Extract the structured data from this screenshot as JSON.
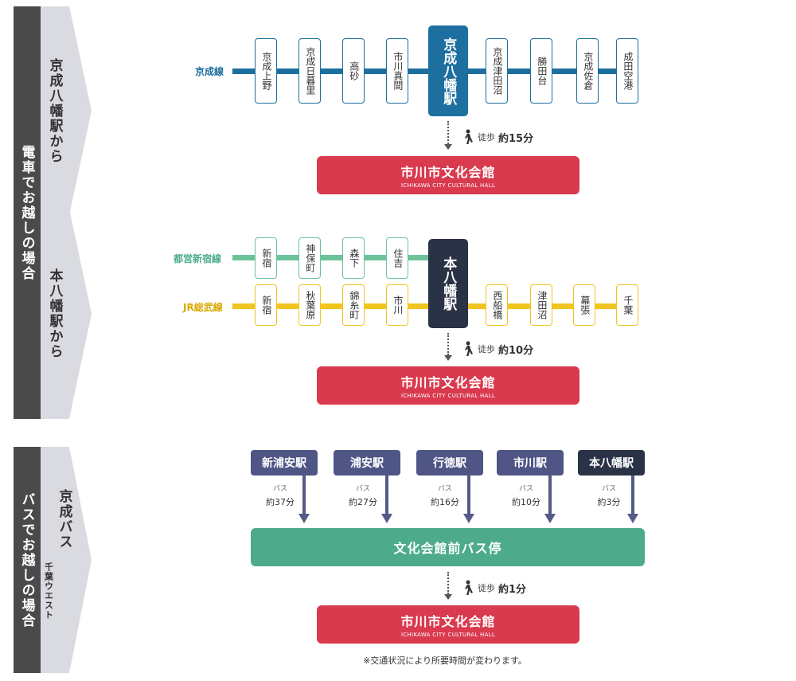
{
  "sections": {
    "train": {
      "title": "電車でお越しの場合",
      "from_keisei": "京成八幡駅から",
      "from_motoyawata": "本八幡駅から"
    },
    "bus": {
      "title": "バスでお越しの場合",
      "company": "京成バス",
      "company_sub": "千葉ウエスト"
    }
  },
  "keisei_route": {
    "line_name": "京成線",
    "line_color": "#1c6f9e",
    "stations": [
      "京成上野",
      "京成日暮里",
      "高砂",
      "市川真間",
      "京成津田沼",
      "勝田台",
      "京成佐倉",
      "成田空港"
    ],
    "main_station": "京成八幡駅",
    "walk_label": "徒歩",
    "walk_time": "約15分"
  },
  "motoyawata_route": {
    "toei_line_name": "都営新宿線",
    "toei_color": "#6cc39a",
    "toei_stations": [
      "新宿",
      "神保町",
      "森下",
      "住吉"
    ],
    "jr_line_name": "JR総武線",
    "jr_color": "#f0c520",
    "jr_stations_left": [
      "新宿",
      "秋葉原",
      "錦糸町",
      "市川"
    ],
    "jr_stations_right": [
      "西船橋",
      "津田沼",
      "幕張",
      "千葉"
    ],
    "main_station": "本八幡駅",
    "walk_label": "徒歩",
    "walk_time": "約10分"
  },
  "hall": {
    "name": "市川市文化会館",
    "name_en": "ICHIKAWA CITY CULTURAL HALL",
    "color": "#d93a4e"
  },
  "bus_route": {
    "origins": [
      {
        "name": "新浦安駅",
        "mode": "バス",
        "time": "約37分"
      },
      {
        "name": "浦安駅",
        "mode": "バス",
        "time": "約27分"
      },
      {
        "name": "行徳駅",
        "mode": "バス",
        "time": "約16分"
      },
      {
        "name": "市川駅",
        "mode": "バス",
        "time": "約10分"
      },
      {
        "name": "本八幡駅",
        "mode": "バス",
        "time": "約3分"
      }
    ],
    "stop_name": "文化会館前バス停",
    "stop_color": "#4dab8c",
    "walk_label": "徒歩",
    "walk_time": "約1分"
  },
  "note": "※交通状況により所要時間が変わります。"
}
